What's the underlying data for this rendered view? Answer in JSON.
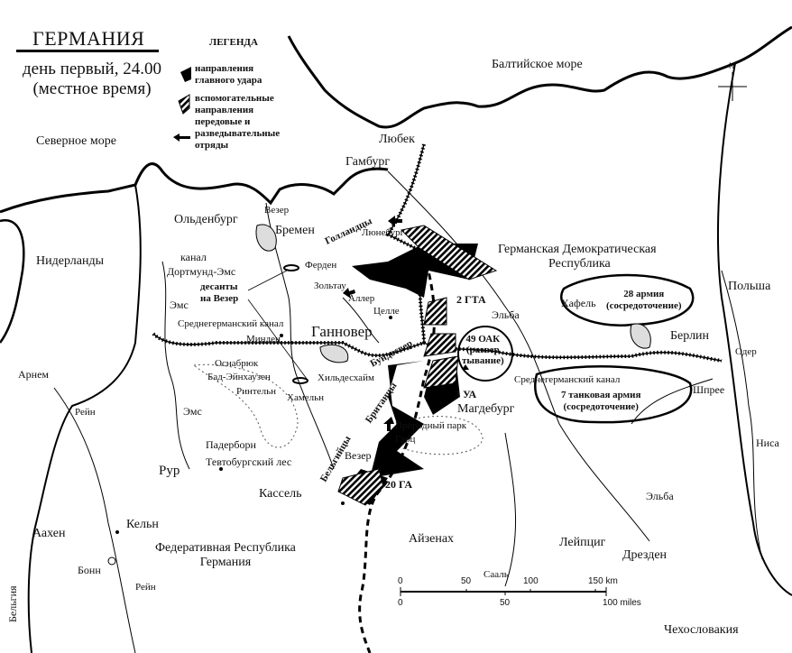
{
  "header": {
    "title": "ГЕРМАНИЯ",
    "subtitle_line1": "день первый, 24.00",
    "subtitle_line2": "(местное время)"
  },
  "legend": {
    "title": "ЛЕГЕНДА",
    "items": [
      {
        "icon": "black-arrow-icon",
        "line1": "направления",
        "line2": "главного удара"
      },
      {
        "icon": "hatched-arrow-icon",
        "line1": "вспомогательные",
        "line2": "направления"
      },
      {
        "icon": "small-arrow-icon",
        "line1": "передовые и",
        "line2": "разведывательные",
        "line3": "отряды"
      }
    ]
  },
  "seas": {
    "baltic": "Балтийское море",
    "north": "Северное море"
  },
  "countries": {
    "gdr_line1": "Германская Демократическая",
    "gdr_line2": "Республика",
    "netherlands": "Нидерланды",
    "poland": "Польша",
    "frg_line1": "Федеративная Республика",
    "frg_line2": "Германия",
    "belgium": "Бельгия",
    "czechoslovakia": "Чехословакия"
  },
  "cities": {
    "lubeck": "Любек",
    "hamburg": "Гамбург",
    "oldenburg": "Ольденбург",
    "bremen": "Бремен",
    "luneburg": "Люнебург",
    "verden": "Ферден",
    "soltau": "Зольтау",
    "celle": "Целле",
    "minden": "Минден",
    "hannover": "Ганновер",
    "berlin": "Берлин",
    "arnhem": "Арнем",
    "osnabruck": "Оснабрюк",
    "bad_oeynhausen": "Бад-Эйнхаузен",
    "rinteln": "Ринтельн",
    "hildesheim": "Хильдесхайм",
    "hameln": "Хамельн",
    "magdeburg": "Магдебург",
    "paderborn": "Падерборн",
    "kassel": "Кассель",
    "aachen": "Аахен",
    "koln": "Кельн",
    "eisenach": "Айзенах",
    "leipzig": "Лейпциг",
    "bonn": "Бонн",
    "dresden": "Дрезден",
    "ruhr": "Рур"
  },
  "rivers": {
    "weser_north": "Везер",
    "dortmund_ems_1": "канал",
    "dortmund_ems_2": "Дортмунд-Эмс",
    "aller": "Аллер",
    "ems_1": "Эмс",
    "ems_2": "Эмс",
    "elbe_1": "Эльба",
    "elbe_2": "Эльба",
    "mittelland_west": "Среднегерманский канал",
    "mittelland_east": "Среднегерманский канал",
    "havel": "Хафель",
    "oder": "Одер",
    "spree": "Шпрее",
    "rhine_1": "Рейн",
    "rhine_2": "Рейн",
    "neisse": "Ниса",
    "weser_south": "Везер",
    "saale": "Сааль"
  },
  "regions": {
    "harz_1": "Природный парк",
    "harz_2": "Гарц",
    "teutoburg": "Тевтобургский лес"
  },
  "forces": {
    "dutch": "Голландцы",
    "bundeswehr": "Бундесвер",
    "british": "Британцы",
    "belgians": "Бельгийцы",
    "airborne_1": "десанты",
    "airborne_2": "на Везер",
    "gta2": "2 ГТА",
    "oak49_1": "49 ОАК",
    "oak49_2": "(развер",
    "oak49_3": "тывание)",
    "ua3": "3 УА",
    "ga20": "20 ГА",
    "army28_1": "28 армия",
    "army28_2": "(сосредоточение)",
    "tank7_1": "7 танковая армия",
    "tank7_2": "(сосредоточение)"
  },
  "scale": {
    "km_ticks": [
      "0",
      "50",
      "100",
      "150 km"
    ],
    "mile_ticks": [
      "0",
      "50",
      "100 miles"
    ]
  },
  "compass": {
    "north": "N"
  }
}
